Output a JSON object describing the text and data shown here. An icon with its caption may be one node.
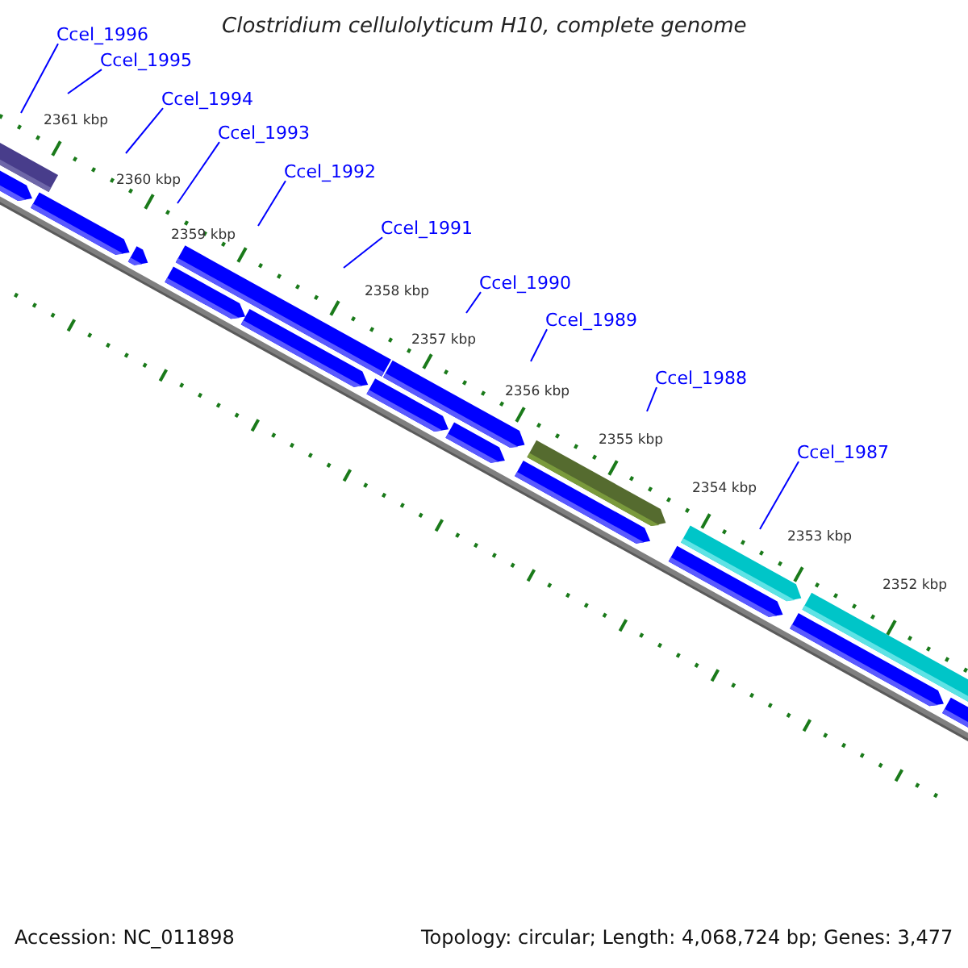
{
  "diagram": {
    "title": "Clostridium cellulolyticum H10, complete genome",
    "nodes": [
      {
        "text": [
          "Ccel_1996"
        ]
      },
      {
        "text": [
          "Ccel_1995"
        ]
      },
      {
        "text": [
          "Ccel_1994"
        ]
      },
      {
        "text": [
          "Ccel_1993"
        ]
      },
      {
        "text": [
          "Ccel_1992"
        ]
      },
      {
        "text": [
          "Ccel_1991"
        ]
      },
      {
        "text": [
          "Ccel_1990"
        ]
      },
      {
        "text": [
          "Ccel_1989"
        ]
      },
      {
        "text": [
          "Ccel_1988"
        ]
      },
      {
        "text": [
          "Ccel_1987"
        ]
      }
    ],
    "edges": [
      {
        "from": 0,
        "to": null,
        "arrow": "none"
      },
      {
        "from": 1,
        "to": null,
        "arrow": "none"
      },
      {
        "from": 2,
        "to": null,
        "arrow": "none"
      },
      {
        "from": 3,
        "to": null,
        "arrow": "none"
      },
      {
        "from": 4,
        "to": null,
        "arrow": "none"
      },
      {
        "from": 5,
        "to": null,
        "arrow": "none"
      },
      {
        "from": 6,
        "to": null,
        "arrow": "none"
      },
      {
        "from": 7,
        "to": null,
        "arrow": "none"
      },
      {
        "from": 8,
        "to": null,
        "arrow": "none"
      },
      {
        "from": 9,
        "to": null,
        "arrow": "none"
      }
    ],
    "labels": [
      "2361 kbp",
      "2360 kbp",
      "2359 kbp",
      "2358 kbp",
      "2357 kbp",
      "2356 kbp",
      "2355 kbp",
      "2354 kbp",
      "2353 kbp",
      "2352 kbp",
      "Accession: NC_011898",
      "Topology: circular; Length: 4,068,724 bp; Genes: 3,477"
    ]
  }
}
